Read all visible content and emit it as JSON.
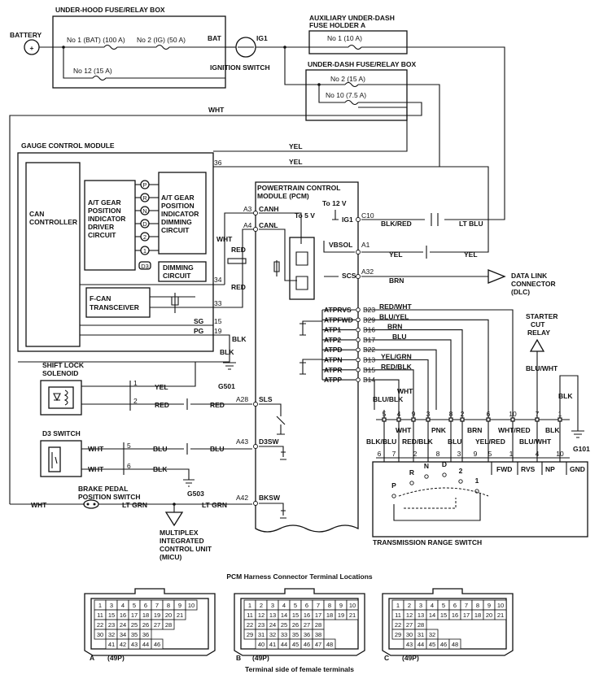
{
  "labels": {
    "battery": "BATTERY",
    "underhood_box": "UNDER-HOOD FUSE/RELAY BOX",
    "fuse_bat": "No 1 (BAT) (100 A)",
    "fuse_ig": "No 2 (IG) (50 A)",
    "fuse_12": "No 12 (15 A)",
    "bat": "BAT",
    "ig1": "IG1",
    "ignition_switch": "IGNITION SWITCH",
    "aux_box_1": "AUXILIARY UNDER-DASH",
    "aux_box_2": "FUSE HOLDER A",
    "aux_fuse": "No 1 (10 A)",
    "underdash_box": "UNDER-DASH FUSE/RELAY BOX",
    "ud_fuse2": "No 2 (15 A)",
    "ud_fuse10": "No 10 (7.5 A)",
    "gcm": "GAUGE CONTROL MODULE",
    "can_controller": "CAN CONTROLLER",
    "driver_1": "A/T GEAR",
    "driver_2": "POSITION",
    "driver_3": "INDICATOR",
    "driver_4": "DRIVER",
    "driver_5": "CIRCUIT",
    "dim_1": "A/T GEAR",
    "dim_2": "POSITION",
    "dim_3": "INDICATOR",
    "dim_4": "DIMMING",
    "dim_5": "CIRCUIT",
    "dimming_1": "DIMMING",
    "dimming_2": "CIRCUIT",
    "fcan_1": "F-CAN",
    "fcan_2": "TRANSCEIVER",
    "pcm_1": "POWERTRAIN CONTROL",
    "pcm_2": "MODULE (PCM)",
    "to12v": "To 12 V",
    "to5v": "To 5 V",
    "dlc_1": "DATA LINK",
    "dlc_2": "CONNECTOR",
    "dlc_3": "(DLC)",
    "starter_1": "STARTER",
    "starter_2": "CUT",
    "starter_3": "RELAY",
    "shiftlock_1": "SHIFT LOCK",
    "shiftlock_2": "SOLENOID",
    "d3switch": "D3 SWITCH",
    "brake_1": "BRAKE PEDAL",
    "brake_2": "POSITION SWITCH",
    "micu_1": "MULTIPLEX",
    "micu_2": "INTEGRATED",
    "micu_3": "CONTROL UNIT",
    "micu_4": "(MICU)",
    "trs": "TRANSMISSION RANGE SWITCH",
    "g501": "G501",
    "g503": "G503",
    "g101": "G101",
    "conn_title": "PCM Harness Connector Terminal Locations",
    "conn_a": "A",
    "conn_b": "B",
    "conn_c": "C",
    "conn_pins": "(49P)",
    "conn_footer": "Terminal side of female terminals"
  },
  "gears": [
    "P",
    "R",
    "N",
    "D",
    "2",
    "1"
  ],
  "gear_d3": "D3",
  "colors": {
    "wht": "WHT",
    "yel": "YEL",
    "red": "RED",
    "blk": "BLK",
    "blu": "BLU",
    "brn": "BRN",
    "pnk": "PNK",
    "ltgrn": "LT GRN",
    "ltblu": "LT BLU",
    "blkred": "BLK/RED",
    "redwht": "RED/WHT",
    "bluyel": "BLU/YEL",
    "yelgrn": "YEL/GRN",
    "redblk": "RED/BLK",
    "blublk": "BLU/BLK",
    "bluwht": "BLU/WHT",
    "whtred": "WHT/RED",
    "yelred": "YEL/RED"
  },
  "gcm_pins": [
    "36",
    "34",
    "33",
    "15",
    "19"
  ],
  "gcm_signals": [
    "SG",
    "PG"
  ],
  "pcm_pins": {
    "canh": "CANH",
    "a3": "A3",
    "canl": "CANL",
    "a4": "A4",
    "ig1": "IG1",
    "c10": "C10",
    "vbsol": "VBSOL",
    "a1": "A1",
    "scs": "SCS",
    "a32": "A32",
    "sls": "SLS",
    "a28": "A28",
    "d3sw": "D3SW",
    "a43": "A43",
    "bksw": "BKSW",
    "a42": "A42"
  },
  "atp_inputs": [
    {
      "name": "ATPRVS",
      "pin": "B23"
    },
    {
      "name": "ATPFWD",
      "pin": "B29"
    },
    {
      "name": "ATP1",
      "pin": "B16"
    },
    {
      "name": "ATP2",
      "pin": "B17"
    },
    {
      "name": "ATPD",
      "pin": "B22"
    },
    {
      "name": "ATPN",
      "pin": "B13"
    },
    {
      "name": "ATPR",
      "pin": "B15"
    },
    {
      "name": "ATPP",
      "pin": "B14"
    }
  ],
  "trs_top_pins": [
    "5",
    "4",
    "9",
    "3",
    "8",
    "2",
    "6",
    "10",
    "7",
    "1"
  ],
  "trs_bottom_pins": [
    "6",
    "7",
    "2",
    "8",
    "3",
    "9",
    "5",
    "1",
    "4",
    "10"
  ],
  "trs_contacts": [
    "FWD",
    "RVS",
    "NP",
    "GND"
  ],
  "misc_pins": {
    "p1": "1",
    "p2": "2",
    "p5": "5",
    "p6": "6"
  },
  "connector_a_rows": [
    [
      "1",
      "3",
      "4",
      "5",
      "6",
      "7",
      "8",
      "9",
      "10"
    ],
    [
      "11",
      "15",
      "16",
      "17",
      "18",
      "19",
      "20",
      "21"
    ],
    [
      "22",
      "23",
      "24",
      "25",
      "26",
      "27",
      "28"
    ],
    [
      "30",
      "32",
      "34",
      "35",
      "36"
    ],
    [
      "41",
      "42",
      "43",
      "44",
      "46"
    ]
  ],
  "connector_b_rows": [
    [
      "1",
      "2",
      "3",
      "4",
      "5",
      "6",
      "7",
      "8",
      "9",
      "10"
    ],
    [
      "11",
      "12",
      "13",
      "14",
      "15",
      "16",
      "17",
      "18",
      "19",
      "21"
    ],
    [
      "22",
      "23",
      "24",
      "25",
      "26",
      "27",
      "28"
    ],
    [
      "29",
      "31",
      "32",
      "33",
      "35",
      "36",
      "38"
    ],
    [
      "40",
      "41",
      "44",
      "45",
      "46",
      "47",
      "48"
    ]
  ],
  "connector_c_rows": [
    [
      "1",
      "2",
      "3",
      "4",
      "5",
      "6",
      "7",
      "8",
      "9",
      "10"
    ],
    [
      "11",
      "12",
      "13",
      "14",
      "15",
      "16",
      "17",
      "18",
      "20",
      "21"
    ],
    [
      "22",
      "27",
      "28"
    ],
    [
      "29",
      "30",
      "31",
      "32"
    ],
    [
      "43",
      "44",
      "45",
      "46",
      "48"
    ]
  ]
}
